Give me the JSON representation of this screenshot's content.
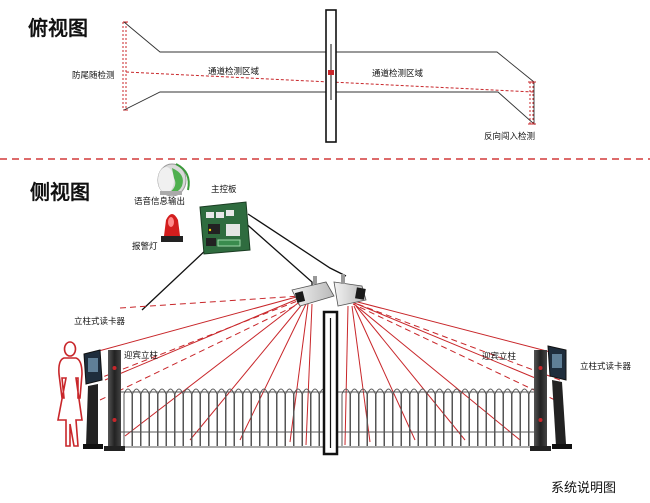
{
  "top_view": {
    "title": "俯视图",
    "label_left": "防尾随检测",
    "zone_left": "通道检测区域",
    "zone_right": "通道检测区域",
    "label_reverse": "反向闯入检测"
  },
  "side_view": {
    "title": "侧视图",
    "voice_output": "语音信息输出",
    "main_board": "主控板",
    "alarm_lamp": "报警灯",
    "reader_left": "立柱式读卡器",
    "reader_right": "立柱式读卡器",
    "welcome_left": "迎宾立柱",
    "welcome_right": "迎宾立柱"
  },
  "caption": "系统说明图",
  "colors": {
    "red": "#c8262a",
    "divider": "#d23a3a",
    "line": "#333333",
    "fence": "#555555"
  },
  "icons": [
    "speaker-icon",
    "alarm-lamp-icon",
    "circuit-board-icon",
    "camera-icon",
    "person-outline-icon",
    "card-reader-icon"
  ]
}
